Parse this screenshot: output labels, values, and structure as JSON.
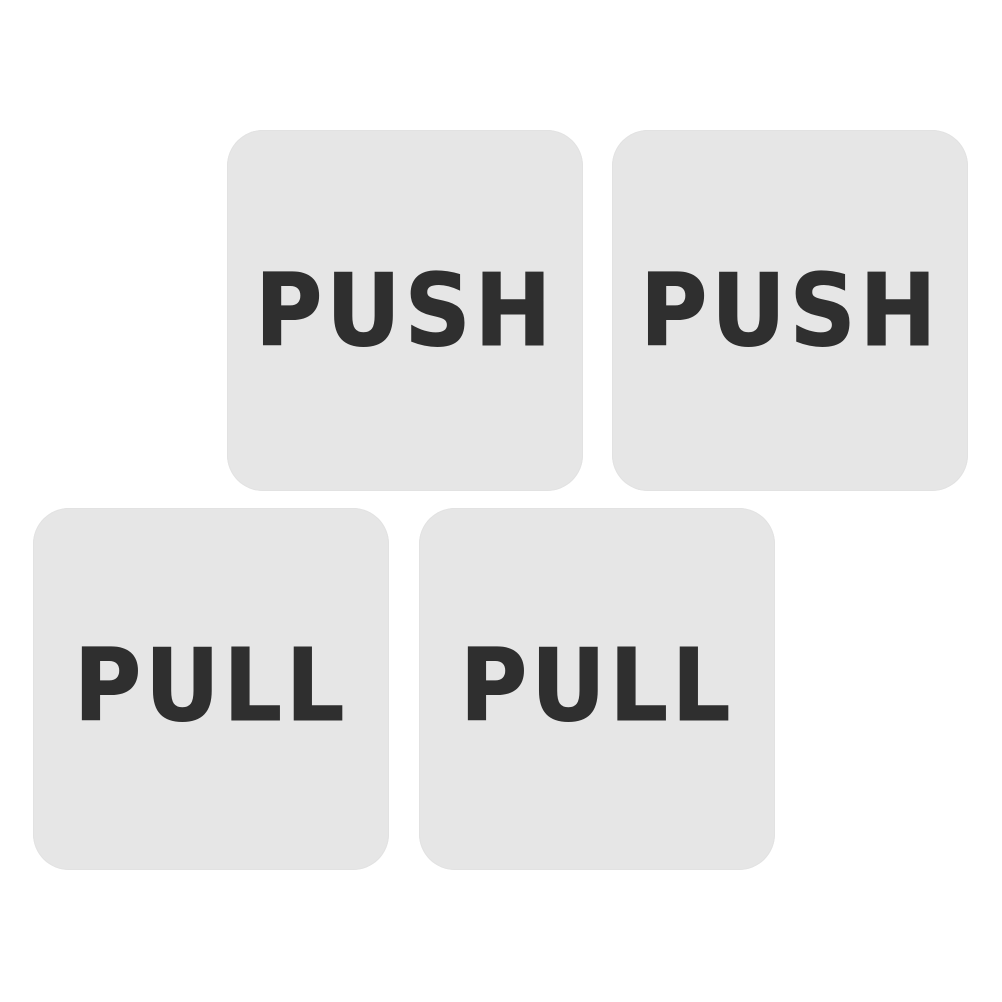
{
  "colors": {
    "background": "#ffffff",
    "sign_fill": "#e6e6e6",
    "text": "#2f2f2f"
  },
  "signs": [
    {
      "label": "PUSH"
    },
    {
      "label": "PUSH"
    },
    {
      "label": "PULL"
    },
    {
      "label": "PULL"
    }
  ]
}
